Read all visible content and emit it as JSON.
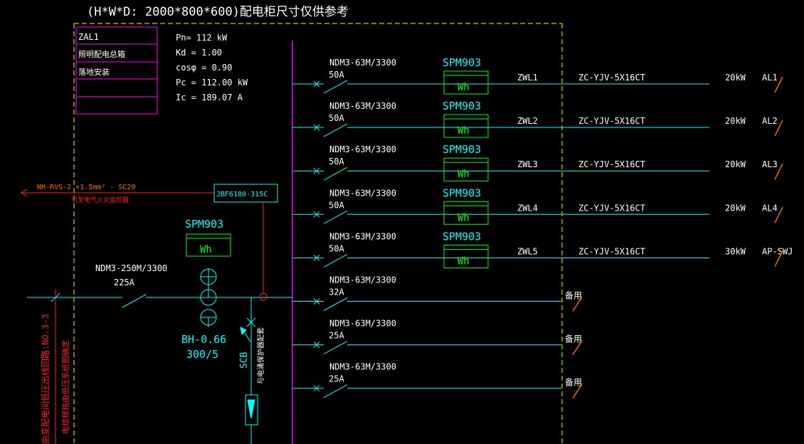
{
  "title": "(H*W*D: 2000*800*600)配电柜尺寸仅供参考",
  "cabinet": {
    "name": "ZAL1",
    "type_text": "照明配电总箱",
    "mount_text": "落地安装"
  },
  "load_params": [
    "Pn= 112  kW",
    "Kd = 1.00",
    "cosφ = 0.90",
    "Pc = 112.00  kW",
    "Ic = 189.07  A"
  ],
  "fire_link": {
    "cable": "NH-RVS-2 ×1.5mm² - SC20",
    "note": "引至电气火灾监控器",
    "module": "JBF6180-315C"
  },
  "incoming": {
    "meter": "SPM903",
    "meter_symbol": "Wh",
    "breaker_model": "NDM3-250M/3300",
    "breaker_rating": "225A",
    "ct_model": "BH-0.66",
    "ct_ratio": "300/5",
    "spd_label": "SCB",
    "spd_note": "与电涌保护器配套",
    "source_note": "由变配电间低压出线回路:NO.3-3",
    "source_note2": "电缆规格由低压系统图确定"
  },
  "outgoing": [
    {
      "breaker": "NDM3-63M/3300",
      "rating": "50A",
      "meter": "SPM903",
      "meter_symbol": "Wh",
      "circuit": "ZWL1",
      "cable": "ZC-YJV-5X16CT",
      "power": "20kW",
      "dest": "AL1"
    },
    {
      "breaker": "NDM3-63M/3300",
      "rating": "50A",
      "meter": "SPM903",
      "meter_symbol": "Wh",
      "circuit": "ZWL2",
      "cable": "ZC-YJV-5X16CT",
      "power": "20kW",
      "dest": "AL2"
    },
    {
      "breaker": "NDM3-63M/3300",
      "rating": "50A",
      "meter": "SPM903",
      "meter_symbol": "Wh",
      "circuit": "ZWL3",
      "cable": "ZC-YJV-5X16CT",
      "power": "20kW",
      "dest": "AL3"
    },
    {
      "breaker": "NDM3-63M/3300",
      "rating": "50A",
      "meter": "SPM903",
      "meter_symbol": "Wh",
      "circuit": "ZWL4",
      "cable": "ZC-YJV-5X16CT",
      "power": "20kW",
      "dest": "AL4"
    },
    {
      "breaker": "NDM3-63M/3300",
      "rating": "50A",
      "meter": "SPM903",
      "meter_symbol": "Wh",
      "circuit": "ZWL5",
      "cable": "ZC-YJV-5X16CT",
      "power": "30kW",
      "dest": "AP-SWJ"
    },
    {
      "breaker": "NDM3-63M/3300",
      "rating": "32A",
      "spare": "备用"
    },
    {
      "breaker": "NDM3-63M/3300",
      "rating": "25A",
      "spare": "备用"
    },
    {
      "breaker": "NDM3-63M/3300",
      "rating": "25A",
      "spare": "备用"
    }
  ],
  "colors": {
    "background": "#000000",
    "busbar": "#ff00ff",
    "feeder": "#00ffff",
    "meter": "#00ff00",
    "frame": "#ffff00",
    "fire": "#ff2020",
    "markup": "#ff6a00"
  }
}
